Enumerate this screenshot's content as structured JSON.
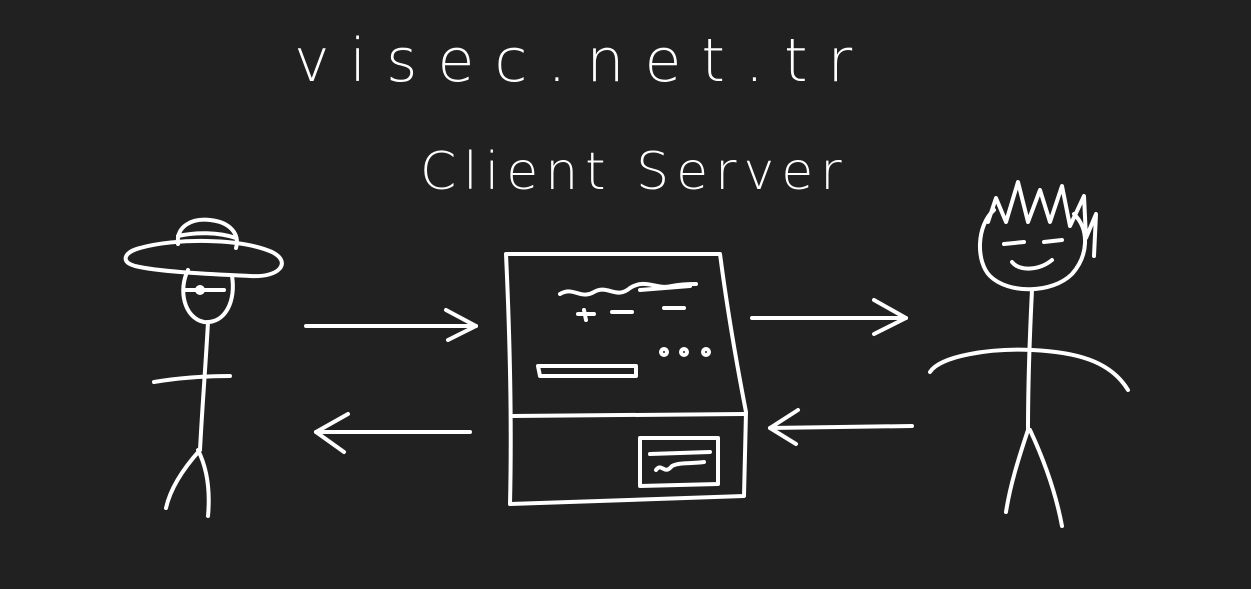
{
  "site_title": "visec.net.tr",
  "diagram_title": "Client Server",
  "colors": {
    "background": "#212121",
    "stroke": "#ffffff"
  },
  "nodes": [
    {
      "id": "client",
      "icon": "stick-figure-with-hat-icon"
    },
    {
      "id": "server",
      "icon": "server-cabinet-icon"
    },
    {
      "id": "user",
      "icon": "stick-figure-spiky-hair-icon"
    }
  ],
  "edges": [
    {
      "from": "client",
      "to": "server"
    },
    {
      "from": "server",
      "to": "client"
    },
    {
      "from": "server",
      "to": "user"
    },
    {
      "from": "user",
      "to": "server"
    }
  ]
}
